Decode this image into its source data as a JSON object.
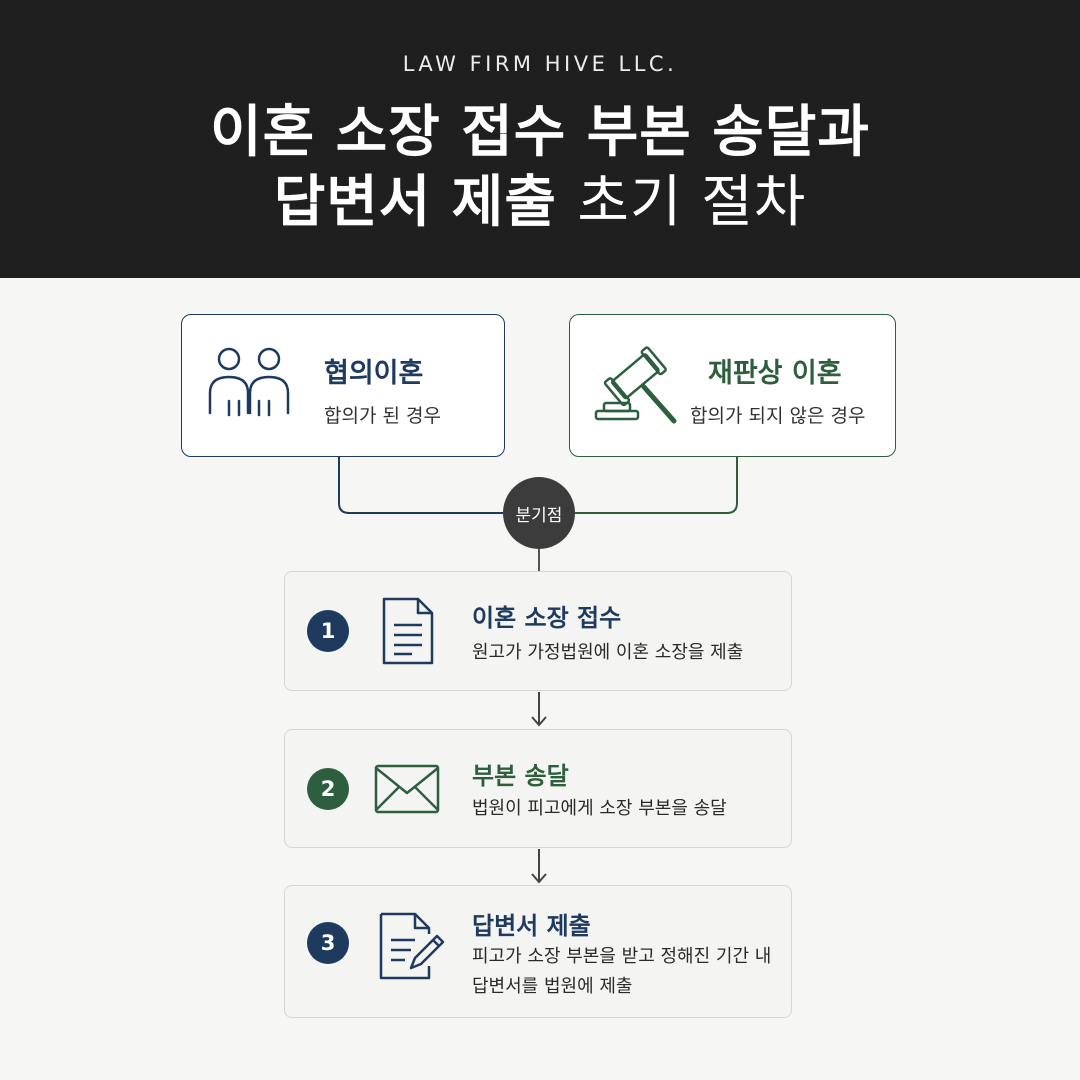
{
  "header": {
    "firm": "LAW FIRM HIVE LLC.",
    "title_line1": "이혼 소장 접수 부본 송달과",
    "title_line2_bold": "답변서 제출",
    "title_line2_light": "초기 절차"
  },
  "branches": {
    "left": {
      "title": "협의이혼",
      "subtitle": "합의가 된 경우",
      "icon": "people-icon",
      "color": "#1e3a5f"
    },
    "right": {
      "title": "재판상 이혼",
      "subtitle": "합의가 되지 않은 경우",
      "icon": "gavel-icon",
      "color": "#2d5f3f"
    }
  },
  "hub": {
    "label": "분기점"
  },
  "steps": [
    {
      "number": "1",
      "title": "이혼 소장 접수",
      "desc_line1": "원고가 가정법원에 이혼 소장을 제출",
      "desc_line2": "",
      "icon": "document-icon",
      "color": "#1e3a5f"
    },
    {
      "number": "2",
      "title": "부본 송달",
      "desc_line1": "법원이 피고에게 소장 부본을 송달",
      "desc_line2": "",
      "icon": "envelope-icon",
      "color": "#2d5f3f"
    },
    {
      "number": "3",
      "title": "답변서 제출",
      "desc_line1": "피고가 소장 부본을 받고 정해진 기간 내",
      "desc_line2": "답변서를 법원에 제출",
      "icon": "document-pen-icon",
      "color": "#1e3a5f"
    }
  ]
}
